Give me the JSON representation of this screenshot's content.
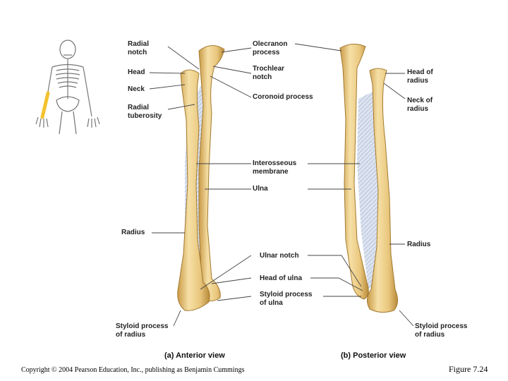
{
  "colors": {
    "bone": "#e9c77e",
    "bone_light": "#f6e0a6",
    "bone_dark": "#b88a3a",
    "membrane": "#c9d3e6",
    "leader": "#444444",
    "skeleton": "#777777",
    "highlight": "#f2c230"
  },
  "labels": {
    "radial_notch": [
      "Radial",
      "notch"
    ],
    "head": "Head",
    "neck": "Neck",
    "radial_tuberosity": [
      "Radial",
      "tuberosity"
    ],
    "olecranon_process": [
      "Olecranon",
      "process"
    ],
    "trochlear_notch": [
      "Trochlear",
      "notch"
    ],
    "coronoid_process": "Coronoid process",
    "interosseous_membrane": [
      "Interosseous",
      "membrane"
    ],
    "ulna": "Ulna",
    "radius_left": "Radius",
    "ulnar_notch": "Ulnar notch",
    "head_of_ulna": "Head of ulna",
    "styloid_process_ulna": [
      "Styloid process",
      "of ulna"
    ],
    "styloid_process_radius_left": [
      "Styloid process",
      "of radius"
    ],
    "head_of_radius": [
      "Head of",
      "radius"
    ],
    "neck_of_radius": [
      "Neck of",
      "radius"
    ],
    "radius_right": "Radius",
    "styloid_process_radius_right": [
      "Styloid process",
      "of radius"
    ]
  },
  "captions": {
    "anterior": "(a) Anterior view",
    "posterior": "(b) Posterior view"
  },
  "footer": {
    "copyright": "Copyright © 2004 Pearson Education, Inc., publishing as Benjamin Cummings",
    "figure": "Figure 7.24"
  }
}
